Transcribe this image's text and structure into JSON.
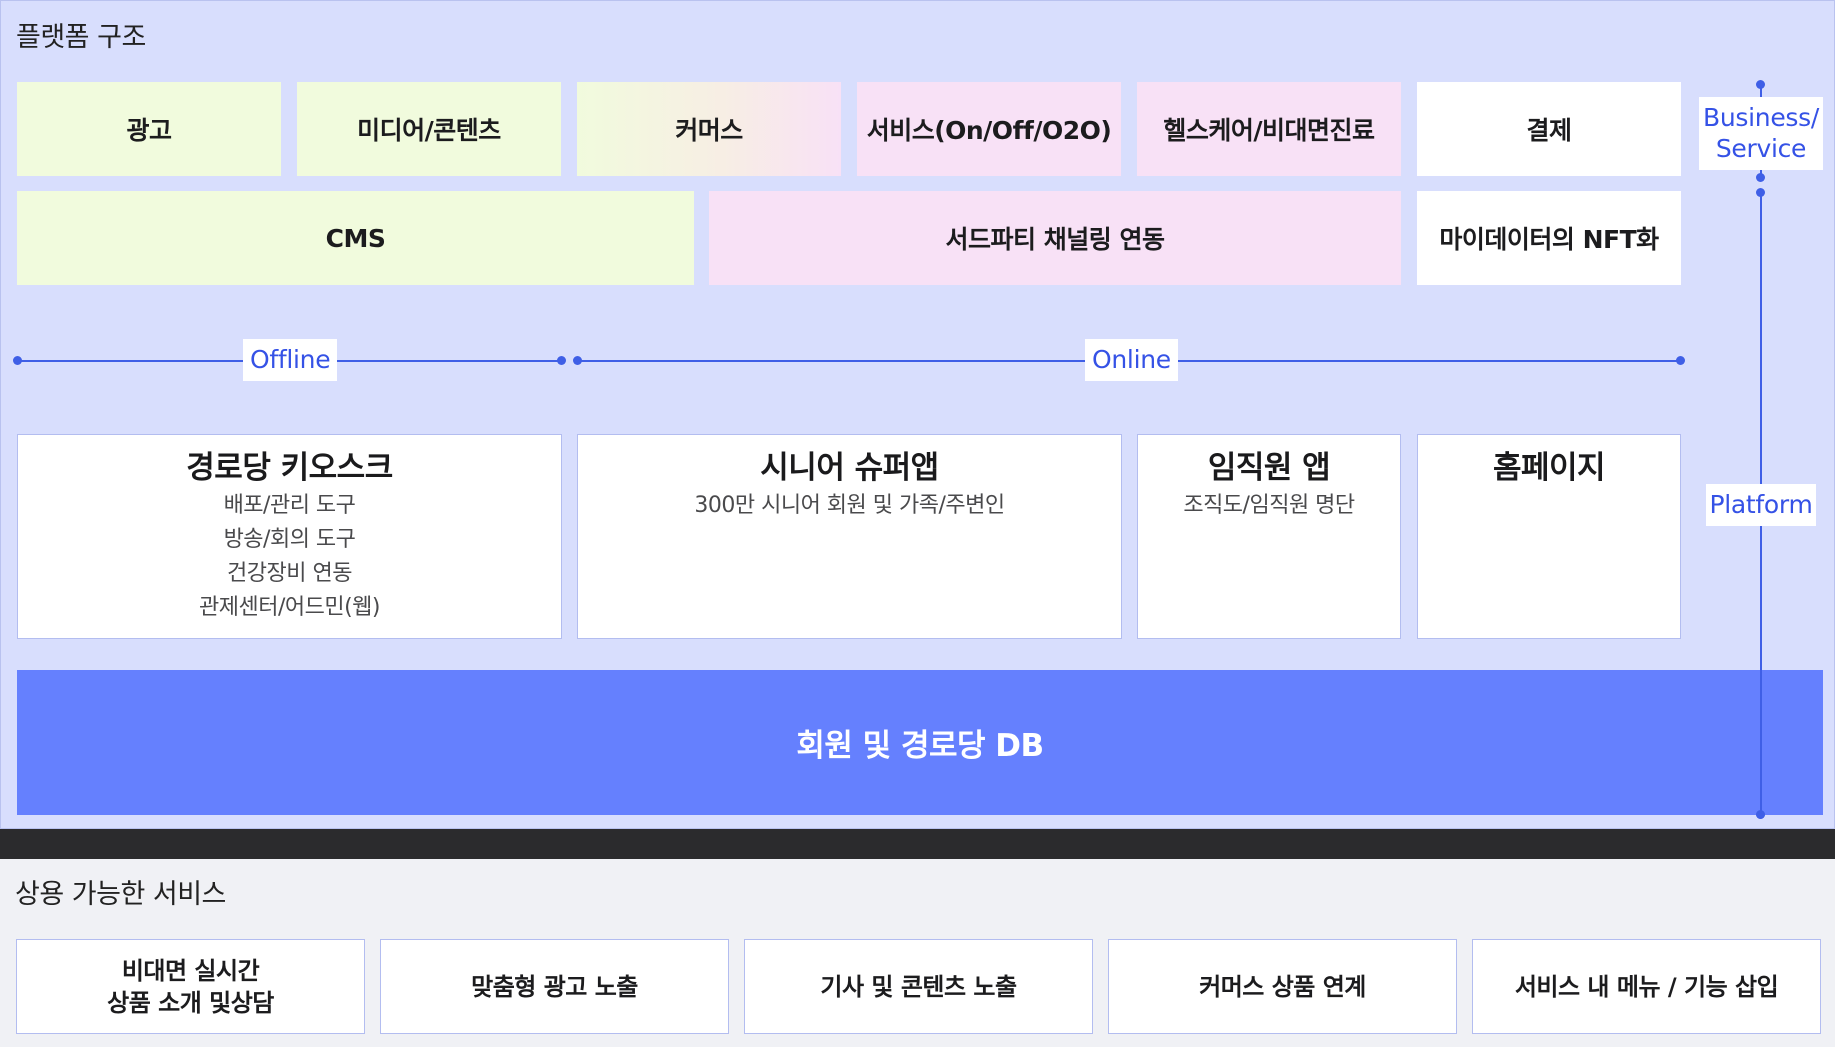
{
  "platform": {
    "title": "플랫폼 구조",
    "business_row": [
      "광고",
      "미디어/콘텐츠",
      "커머스",
      "서비스(On/Off/O2O)",
      "헬스케어/비대면진료",
      "결제"
    ],
    "feature_row": [
      "CMS",
      "서드파티 채널링 연동",
      "마이데이터의 NFT화"
    ],
    "offline_label": "Offline",
    "online_label": "Online",
    "business_service_label_1": "Business/",
    "business_service_label_2": "Service",
    "platform_label": "Platform",
    "cards": [
      {
        "title": "경로당 키오스크",
        "lines": [
          "배포/관리 도구",
          "방송/회의 도구",
          "건강장비 연동",
          "관제센터/어드민(웹)"
        ]
      },
      {
        "title": "시니어 슈퍼앱",
        "lines": [
          "300만 시니어 회원 및 가족/주변인"
        ]
      },
      {
        "title": "임직원 앱",
        "lines": [
          "조직도/임직원 명단"
        ]
      },
      {
        "title": "홈페이지",
        "lines": []
      }
    ],
    "db_label": "회원 및 경로당 DB"
  },
  "services": {
    "title": "상용 가능한 서비스",
    "items": [
      {
        "line1": "비대면 실시간",
        "line2": "상품 소개 및상담"
      },
      {
        "line1": "맞춤형 광고 노출",
        "line2": ""
      },
      {
        "line1": "기사 및 콘텐츠 노출",
        "line2": ""
      },
      {
        "line1": "커머스 상품 연계",
        "line2": ""
      },
      {
        "line1": "서비스 내 메뉴 / 기능 삽입",
        "line2": ""
      }
    ]
  },
  "colors": {
    "platform_bg": "#d8defd",
    "accent_blue": "#3f5fe6",
    "db_blue": "#6580fe",
    "green_box": "#f1fbdd",
    "pink_box": "#f8e1f6",
    "divider": "#2b2b2d",
    "services_bg": "#f0f1f5"
  }
}
